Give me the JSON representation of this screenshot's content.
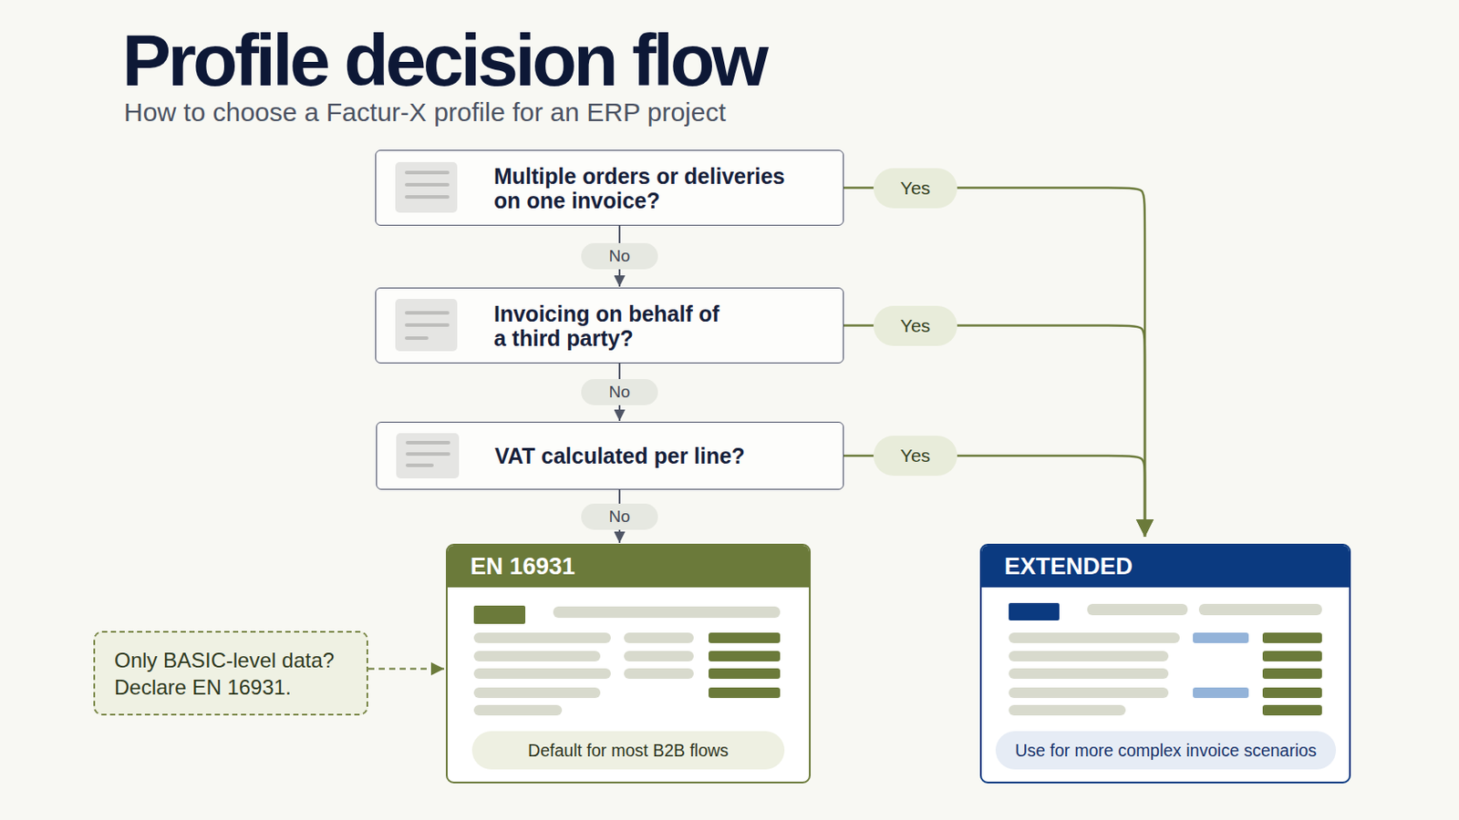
{
  "diagram": {
    "title": "Profile decision flow",
    "nodes": [
      {
        "text": [
          "Multiple orders or deliveries on one invoice?"
        ]
      },
      {
        "text": [
          "Invoicing on behalf of a third party?"
        ]
      },
      {
        "text": [
          "VAT calculated per line?"
        ]
      },
      {
        "text": [
          "EN 16931",
          "Default for most B2B flows"
        ]
      },
      {
        "text": [
          "EXTENDED",
          "Use for more complex invoice scenarios"
        ]
      },
      {
        "text": [
          "Only BASIC-level data? Declare EN 16931."
        ]
      }
    ],
    "edges": [
      {
        "from": 0,
        "to": 1,
        "label": "No",
        "arrow": "to"
      },
      {
        "from": 0,
        "to": 4,
        "label": "Yes",
        "arrow": "to"
      },
      {
        "from": 1,
        "to": 2,
        "label": "No",
        "arrow": "to"
      },
      {
        "from": 1,
        "to": 4,
        "label": "Yes",
        "arrow": "to"
      },
      {
        "from": 2,
        "to": 3,
        "label": "No",
        "arrow": "to"
      },
      {
        "from": 2,
        "to": 4,
        "label": "Yes",
        "arrow": "to"
      },
      {
        "from": 5,
        "to": 3,
        "arrow": "to"
      }
    ],
    "labels": [
      "How to choose a Factur-X profile for an ERP project"
    ]
  }
}
